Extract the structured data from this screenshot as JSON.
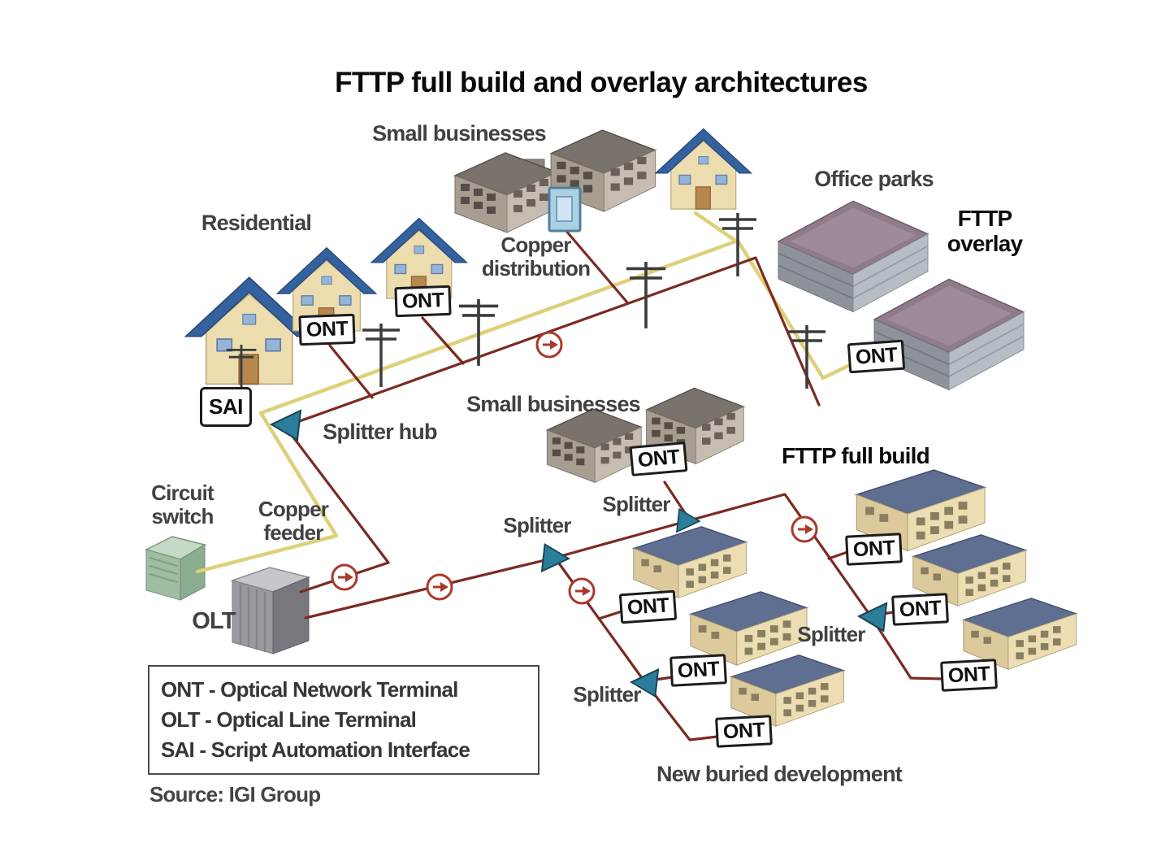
{
  "title": "FTTP full build and overlay architectures",
  "labels": {
    "small_businesses_top": "Small businesses",
    "office_parks": "Office parks",
    "fttp_overlay": [
      "FTTP",
      "overlay"
    ],
    "residential": "Residential",
    "copper_distribution": [
      "Copper",
      "distribution"
    ],
    "splitter_hub": "Splitter hub",
    "circuit_switch": [
      "Circuit",
      "switch"
    ],
    "copper_feeder": [
      "Copper",
      "feeder"
    ],
    "olt": "OLT",
    "small_businesses_mid": "Small businesses",
    "fttp_full_build": "FTTP full build",
    "splitter": "Splitter",
    "new_buried_development": "New buried development"
  },
  "node_boxes": {
    "ont": "ONT",
    "sai": "SAI"
  },
  "legend": {
    "items": [
      "ONT - Optical Network Terminal",
      "OLT - Optical Line Terminal",
      "SAI - Script Automation Interface"
    ],
    "source": "Source: IGI Group"
  },
  "colors": {
    "fiber_line": "#7c2a22",
    "copper_line": "#ddd078",
    "splitter": "#2b7d99",
    "flow_arrow": "#a8392b",
    "copper_distribution_box": "#abd0e4"
  }
}
